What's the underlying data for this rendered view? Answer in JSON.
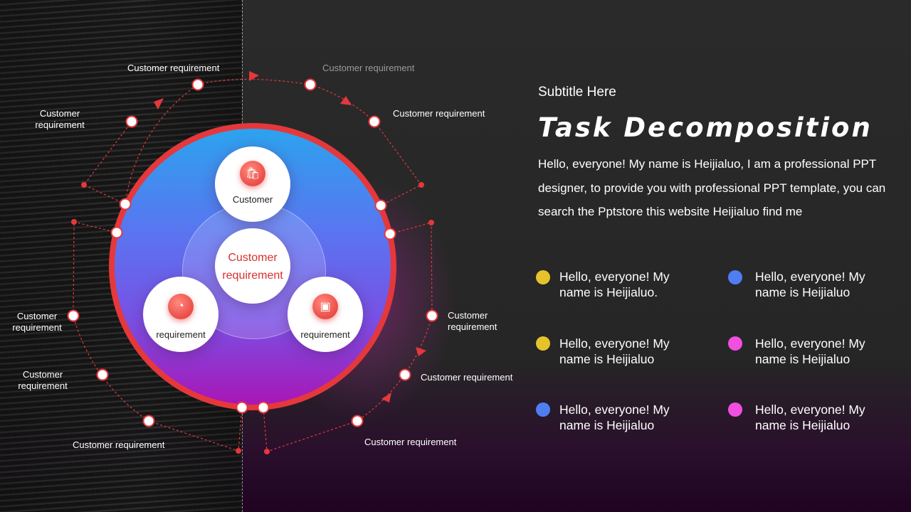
{
  "header": {
    "subtitle": "Subtitle Here",
    "title": "Task Decomposition",
    "paragraph": " Hello, everyone! My name is Heijialuo, I am a professional PPT designer, to provide you with professional PPT template, you can search the Pptstore this website Heijialuo find me"
  },
  "diagram": {
    "center_label": "Customer requirement",
    "nodes": [
      {
        "label": "Customer",
        "icon": "bag-icon"
      },
      {
        "label": "requirement",
        "icon": "pie-chart-icon"
      },
      {
        "label": "requirement",
        "icon": "gamepad-icon"
      }
    ],
    "outer_labels": [
      "Customer requirement",
      "Customer requirement",
      "Customer requirement",
      "Customer requirement",
      "Customer requirement",
      "Customer requirement",
      "Customer requirement",
      "Customer requirement",
      "Customer requirement",
      "Customer requirement"
    ]
  },
  "items": [
    {
      "text": "Hello, everyone! My name is Heijialuo.",
      "color": "#e6c32a"
    },
    {
      "text": "Hello, everyone! My name is Heijialuo",
      "color": "#4f7ef2"
    },
    {
      "text": "Hello, everyone! My name is Heijialuo",
      "color": "#e6c32a"
    },
    {
      "text": "Hello, everyone! My name is Heijialuo",
      "color": "#f24ee0"
    },
    {
      "text": "Hello, everyone! My name is Heijialuo",
      "color": "#4f7ef2"
    },
    {
      "text": "Hello, everyone! My name is Heijialuo",
      "color": "#f24ee0"
    }
  ],
  "colors": {
    "accent_red": "#e5383b",
    "gradient_top": "#2ca3ee",
    "gradient_bottom": "#a916b6"
  }
}
